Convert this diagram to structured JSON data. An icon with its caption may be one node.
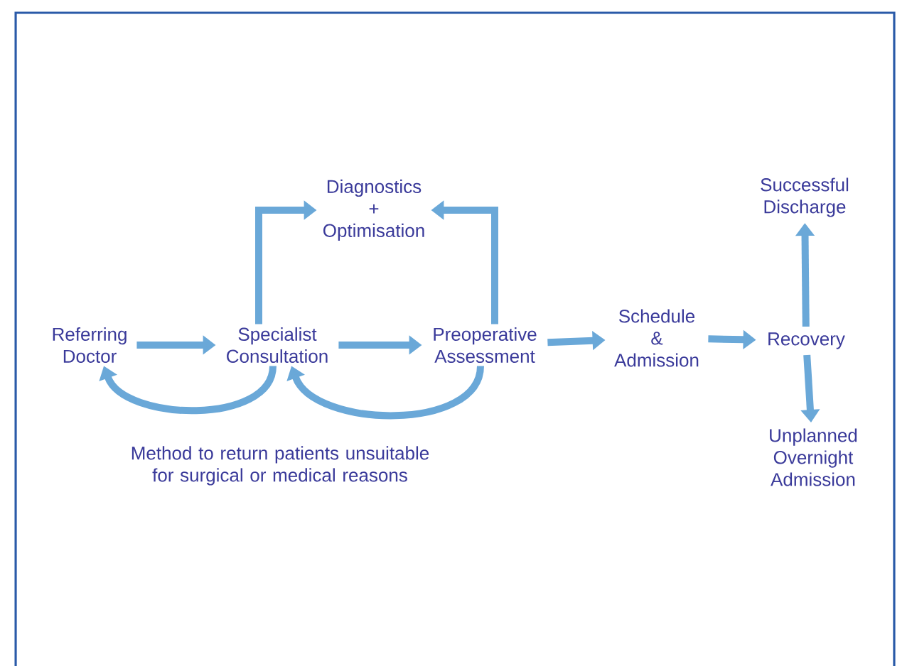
{
  "diagram": {
    "nodes": [
      {
        "text": [
          "Diagnostics + Optimisation"
        ]
      },
      {
        "text": [
          "Successful Discharge"
        ]
      },
      {
        "text": [
          "Referring Doctor"
        ]
      },
      {
        "text": [
          "Specialist Consultation"
        ]
      },
      {
        "text": [
          "Preoperative Assessment"
        ]
      },
      {
        "text": [
          "Schedule & Admission"
        ]
      },
      {
        "text": [
          "Recovery"
        ]
      },
      {
        "text": [
          "Unplanned Overnight Admission"
        ]
      }
    ],
    "edges": [
      {
        "from": 3,
        "to": 0,
        "arrow": "to"
      },
      {
        "from": 4,
        "to": 0,
        "arrow": "to"
      },
      {
        "from": 2,
        "to": 3,
        "arrow": "to"
      },
      {
        "from": 3,
        "to": 4,
        "arrow": "to"
      },
      {
        "from": 4,
        "to": 5,
        "arrow": "to"
      },
      {
        "from": 5,
        "to": 6,
        "arrow": "to"
      },
      {
        "from": 6,
        "to": 1,
        "arrow": "to"
      },
      {
        "from": 6,
        "to": 7,
        "arrow": "to"
      },
      {
        "from": 3,
        "to": 2,
        "arrow": "to"
      },
      {
        "from": 4,
        "to": 3,
        "arrow": "to"
      }
    ],
    "labels": [
      "Method to return patients unsuitable for surgical or medical reasons"
    ]
  }
}
